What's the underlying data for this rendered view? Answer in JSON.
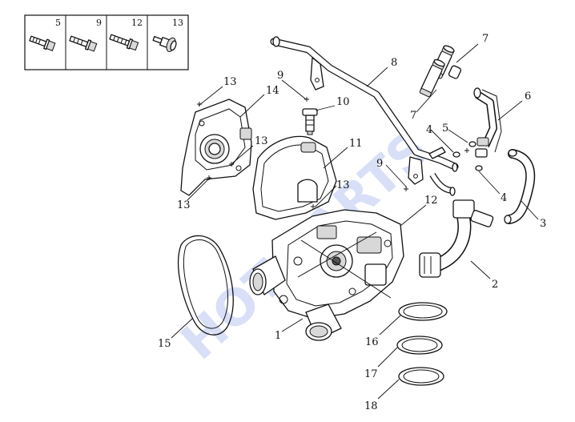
{
  "legend": [
    {
      "id": "5",
      "icon": "flange-bolt-icon"
    },
    {
      "id": "9",
      "icon": "flange-bolt-icon"
    },
    {
      "id": "12",
      "icon": "flange-bolt-icon"
    },
    {
      "id": "13",
      "icon": "shoulder-bolt-icon"
    }
  ],
  "callouts": [
    {
      "id": "c7a",
      "label": "7"
    },
    {
      "id": "c8",
      "label": "8"
    },
    {
      "id": "c9a",
      "label": "9"
    },
    {
      "id": "c13a",
      "label": "13"
    },
    {
      "id": "c14",
      "label": "14"
    },
    {
      "id": "c10",
      "label": "10"
    },
    {
      "id": "c7b",
      "label": "7"
    },
    {
      "id": "c6",
      "label": "6"
    },
    {
      "id": "c4a",
      "label": "4"
    },
    {
      "id": "c5",
      "label": "5"
    },
    {
      "id": "c13b",
      "label": "13"
    },
    {
      "id": "c11",
      "label": "11"
    },
    {
      "id": "c9b",
      "label": "9"
    },
    {
      "id": "c13c",
      "label": "13"
    },
    {
      "id": "c12",
      "label": "12"
    },
    {
      "id": "c4b",
      "label": "4"
    },
    {
      "id": "c3",
      "label": "3"
    },
    {
      "id": "c13d",
      "label": "13"
    },
    {
      "id": "c2",
      "label": "2"
    },
    {
      "id": "c15",
      "label": "15"
    },
    {
      "id": "c1",
      "label": "1"
    },
    {
      "id": "c16",
      "label": "16"
    },
    {
      "id": "c17",
      "label": "17"
    },
    {
      "id": "c18",
      "label": "18"
    }
  ],
  "watermark": "HOT PARTS",
  "colors": {
    "line": "#111111",
    "watermark": "#b9c6f2"
  }
}
